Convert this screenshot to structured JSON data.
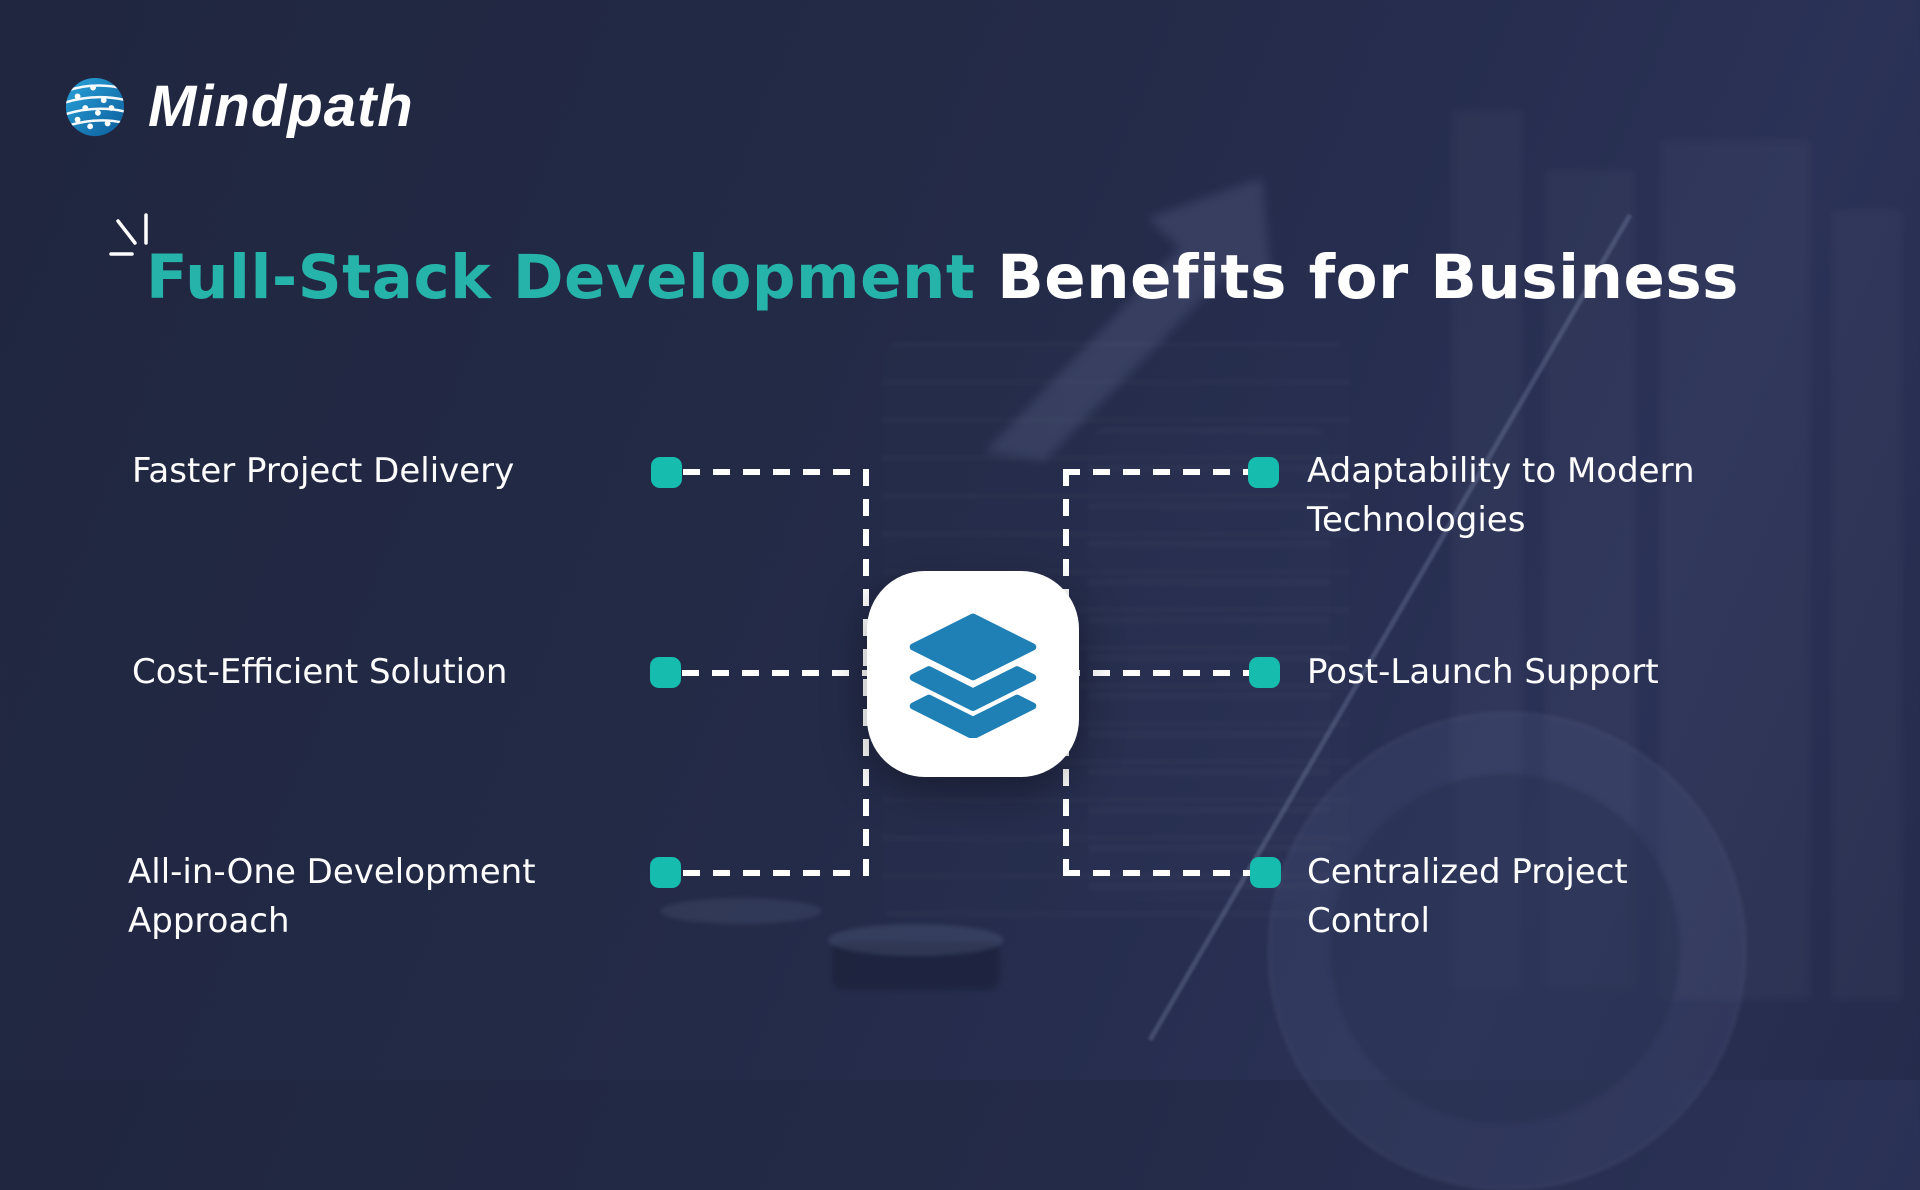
{
  "brand": {
    "name": "Mindpath"
  },
  "title": {
    "highlight": "Full-Stack Development",
    "rest": " Benefits for Business"
  },
  "benefits": {
    "left": [
      "Faster Project Delivery",
      "Cost-Efficient Solution",
      "All-in-One Development\nApproach"
    ],
    "right": [
      "Adaptability to Modern\nTechnologies",
      "Post-Launch Support",
      "Centralized Project\nControl"
    ]
  },
  "icons": {
    "logo": "globe-circuit-icon",
    "title_decor": "sparkle-icon",
    "center": "layers-icon",
    "connector_marker": "teal-rounded-square"
  },
  "colors": {
    "background": "#242b49",
    "title_accent": "#26b3a9",
    "marker_teal": "#16bcae",
    "icon_blue": "#1f80b6",
    "text": "#ffffff"
  }
}
